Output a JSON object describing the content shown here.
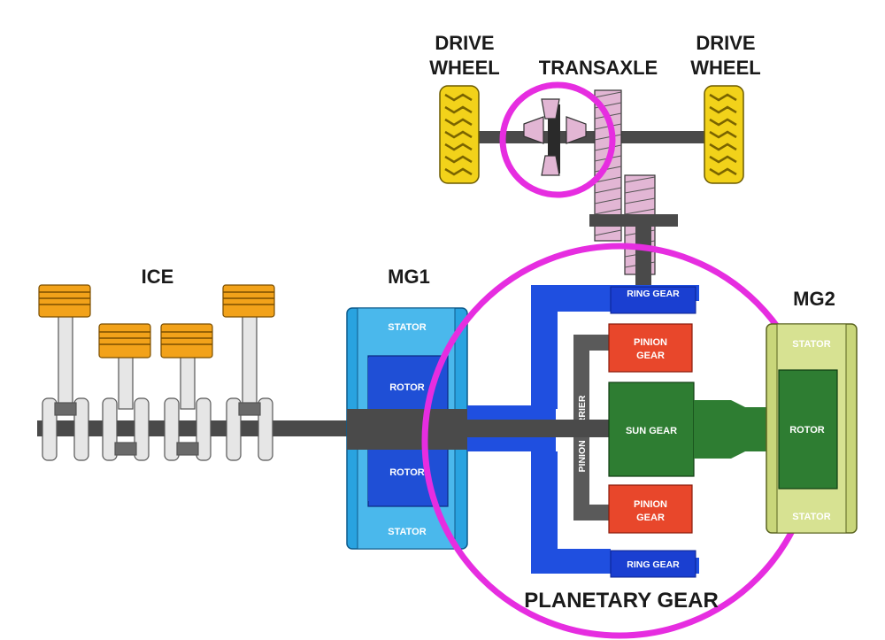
{
  "labels": {
    "drive_wheel_left": [
      "DRIVE",
      "WHEEL"
    ],
    "drive_wheel_right": [
      "DRIVE",
      "WHEEL"
    ],
    "transaxle": "TRANSAXLE",
    "ice": "ICE",
    "mg1": "MG1",
    "mg2": "MG2",
    "planetary_gear": "PLANETARY GEAR",
    "mg1_stator_top": "STATOR",
    "mg1_stator_bottom": "STATOR",
    "mg1_rotor_top": "ROTOR",
    "mg1_rotor_bottom": "ROTOR",
    "ring_gear_top": "RING GEAR",
    "ring_gear_bottom": "RING GEAR",
    "pinion_gear_top": [
      "PINION",
      "GEAR"
    ],
    "pinion_gear_bottom": [
      "PINION",
      "GEAR"
    ],
    "sun_gear": "SUN GEAR",
    "pinion_carrier": "PINION CARRIER",
    "mg2_stator_top": "STATOR",
    "mg2_stator_bottom": "STATOR",
    "mg2_rotor": "ROTOR"
  },
  "colors": {
    "highlight": "#e62de0",
    "mg1_light": "#29a3e0",
    "mg1_rotor": "#1f4fd6",
    "ring_gear": "#1a3fd1",
    "planetary_blue": "#1f4fe0",
    "pinion": "#e8472b",
    "sun": "#2e7d32",
    "mg2": "#c9d67a",
    "piston": "#f2a21a",
    "wheel": "#f2d21a",
    "transaxle_gear": "#e2b6d4",
    "shaft": "#4a4a4a"
  }
}
